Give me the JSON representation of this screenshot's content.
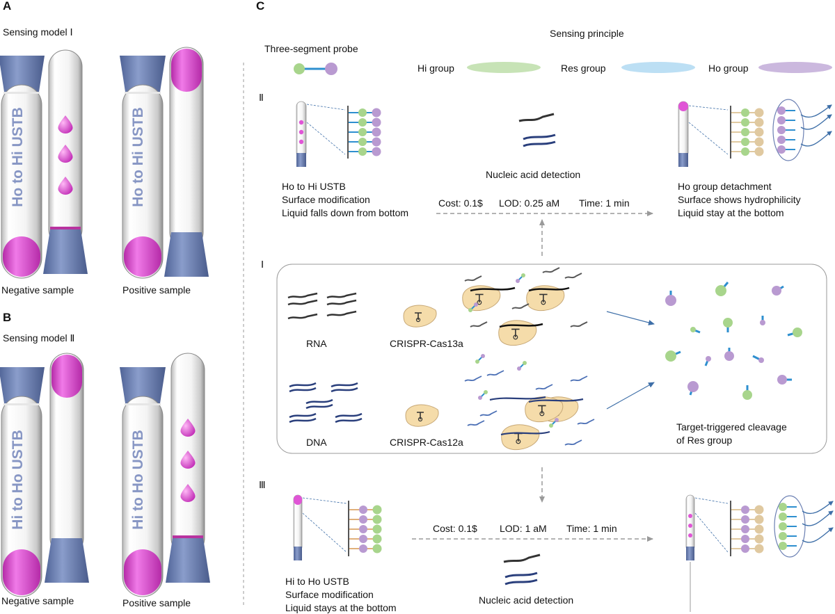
{
  "panels": {
    "a": "A",
    "b": "B",
    "c": "C"
  },
  "panel_a": {
    "title": "Sensing model Ⅰ",
    "tube_label": "Ho to Hi USTB",
    "negative": "Negative sample",
    "positive": "Positive sample"
  },
  "panel_b": {
    "title": "Sensing model Ⅱ",
    "tube_label": "Hi to Ho USTB",
    "negative": "Negative sample",
    "positive": "Positive sample"
  },
  "panel_c": {
    "sensing_principle": "Sensing principle",
    "probe": "Three-segment probe",
    "legend": {
      "hi": "Hi group",
      "res": "Res group",
      "ho": "Ho group"
    },
    "row_ii": {
      "roman": "Ⅱ",
      "left_lines": [
        "Ho to Hi USTB",
        "Surface modification",
        "Liquid falls down from bottom"
      ],
      "center": "Nucleic acid detection",
      "metrics": {
        "cost": "Cost: 0.1$",
        "lod": "LOD: 0.25 aM",
        "time": "Time: 1 min"
      },
      "right_lines": [
        "Ho group detachment",
        "Surface shows hydrophilicity",
        "Liquid stay at the bottom"
      ]
    },
    "row_i": {
      "roman": "Ⅰ",
      "rna": "RNA",
      "dna": "DNA",
      "cas13": "CRISPR-Cas13a",
      "cas12": "CRISPR-Cas12a",
      "cleavage_lines": [
        "Target-triggered cleavage",
        "of Res group"
      ]
    },
    "row_iii": {
      "roman": "Ⅲ",
      "left_lines": [
        "Hi to Ho USTB",
        "Surface modification",
        "Liquid stays at the bottom"
      ],
      "metrics": {
        "cost": "Cost: 0.1$",
        "lod": "LOD: 1 aM",
        "time": "Time: 1 min"
      },
      "center": "Nucleic acid detection"
    }
  },
  "colors": {
    "hi_green": "#a8d58c",
    "ho_purple": "#b99ad1",
    "res_blue": "#2e8fcf",
    "liquid_magenta": "#e055d6",
    "tube_cap_blue": "#6a7fb2",
    "cas_protein": "#f5dcaa"
  }
}
